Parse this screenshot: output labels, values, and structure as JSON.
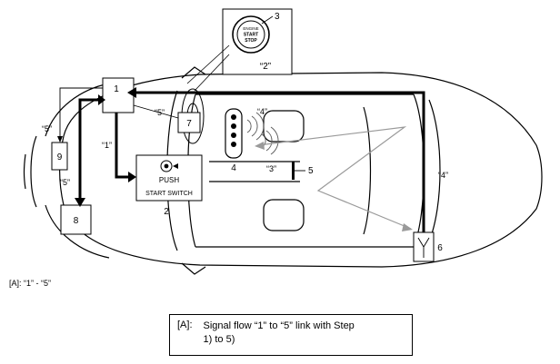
{
  "labels": {
    "n1": "1",
    "n2": "2",
    "n3": "3",
    "n4": "4",
    "n5": "5",
    "n6": "6",
    "n7": "7",
    "n8": "8",
    "n9": "9",
    "q1": "“1”",
    "q2": "“2”",
    "q3": "“3”",
    "q4a": "“4”",
    "q4b": "“4”",
    "q5a": "“5”",
    "q5b": "“5”",
    "q5c": "“5”"
  },
  "button": {
    "line1": "ENGINE",
    "line2": "START",
    "line3": "STOP"
  },
  "switch": {
    "push": "PUSH",
    "caption": "START SWITCH"
  },
  "ref_note": "[A]: “1” - “5”",
  "caption": {
    "key": "[A]:",
    "text_line1": "Signal flow “1” to “5” link with Step",
    "text_line2": "1) to 5)"
  }
}
